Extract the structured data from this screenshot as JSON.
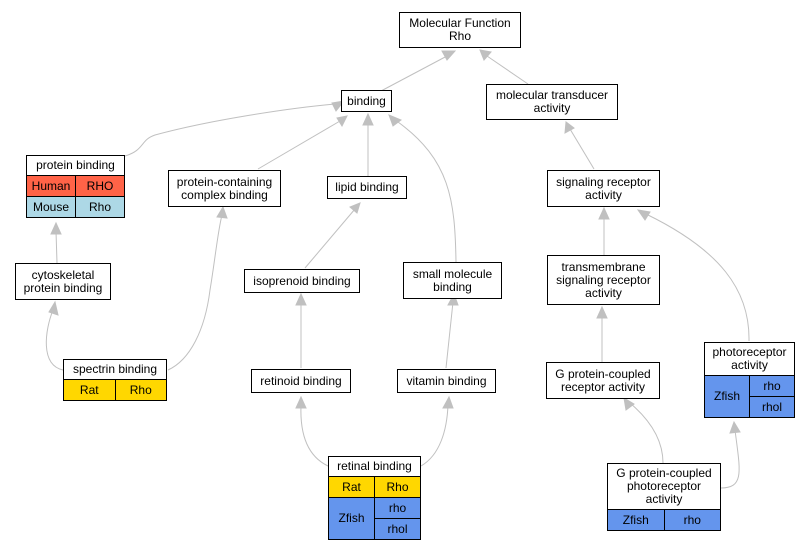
{
  "colors": {
    "human": "#ff6347",
    "mouse": "#add8e6",
    "rat": "#ffd700",
    "zfish": "#6495ed",
    "edge": "#c0c0c0"
  },
  "nodes": {
    "root": "Molecular Function\nRho",
    "binding": "binding",
    "molecular_transducer": "molecular transducer\nactivity",
    "protein_binding": "protein binding",
    "protein_containing": "protein-containing\ncomplex binding",
    "lipid_binding": "lipid binding",
    "signaling_receptor": "signaling receptor\nactivity",
    "cytoskeletal": "cytoskeletal\nprotein binding",
    "isoprenoid": "isoprenoid binding",
    "small_molecule": "small molecule\nbinding",
    "transmembrane": "transmembrane\nsignaling receptor\nactivity",
    "spectrin": "spectrin binding",
    "retinoid": "retinoid binding",
    "vitamin": "vitamin binding",
    "gpcr": "G protein-coupled\nreceptor activity",
    "photoreceptor": "photoreceptor\nactivity",
    "retinal": "retinal binding",
    "gpcr_photo": "G protein-coupled\nphotoreceptor\nactivity"
  },
  "genes": {
    "protein_binding": [
      [
        "Human",
        "RHO"
      ],
      [
        "Mouse",
        "Rho"
      ]
    ],
    "spectrin": [
      [
        "Rat",
        "Rho"
      ]
    ],
    "retinal_rat": [
      "Rat",
      "Rho"
    ],
    "retinal_zfish": {
      "species": "Zfish",
      "genes": [
        "rho",
        "rhol"
      ]
    },
    "photoreceptor_zfish": {
      "species": "Zfish",
      "genes": [
        "rho",
        "rhol"
      ]
    },
    "gpcr_photo": [
      [
        "Zfish",
        "rho"
      ]
    ]
  }
}
